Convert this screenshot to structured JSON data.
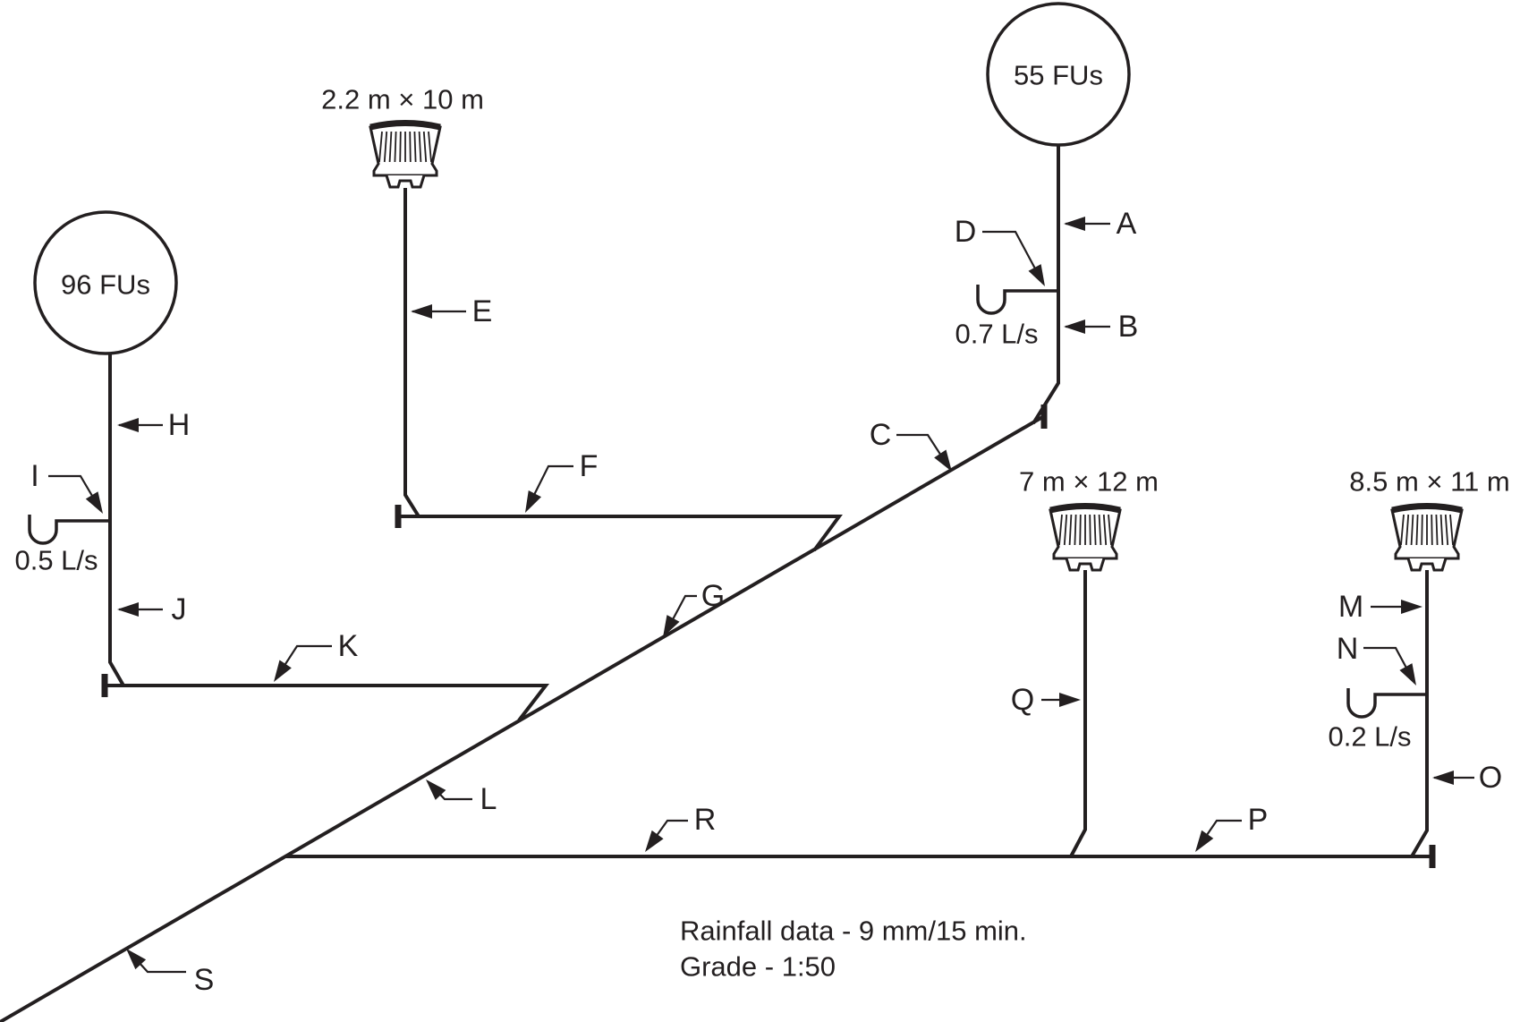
{
  "notes": {
    "line1": "Rainfall data - 9 mm/15 min.",
    "line2": "Grade - 1:50"
  },
  "sources": {
    "left_stack_fus": "96 FUs",
    "right_stack_fus": "55 FUs",
    "roof_outlet_top": "2.2 m × 10 m",
    "roof_outlet_mid": "7 m × 12 m",
    "roof_outlet_right": "8.5 m × 11 m"
  },
  "flow_rates": {
    "trap_i": "0.5 L/s",
    "trap_d": "0.7 L/s",
    "trap_n": "0.2 L/s"
  },
  "pipe_labels": {
    "A": "A",
    "B": "B",
    "C": "C",
    "D": "D",
    "E": "E",
    "F": "F",
    "G": "G",
    "H": "H",
    "I": "I",
    "J": "J",
    "K": "K",
    "L": "L",
    "M": "M",
    "N": "N",
    "O": "O",
    "P": "P",
    "Q": "Q",
    "R": "R",
    "S": "S"
  }
}
